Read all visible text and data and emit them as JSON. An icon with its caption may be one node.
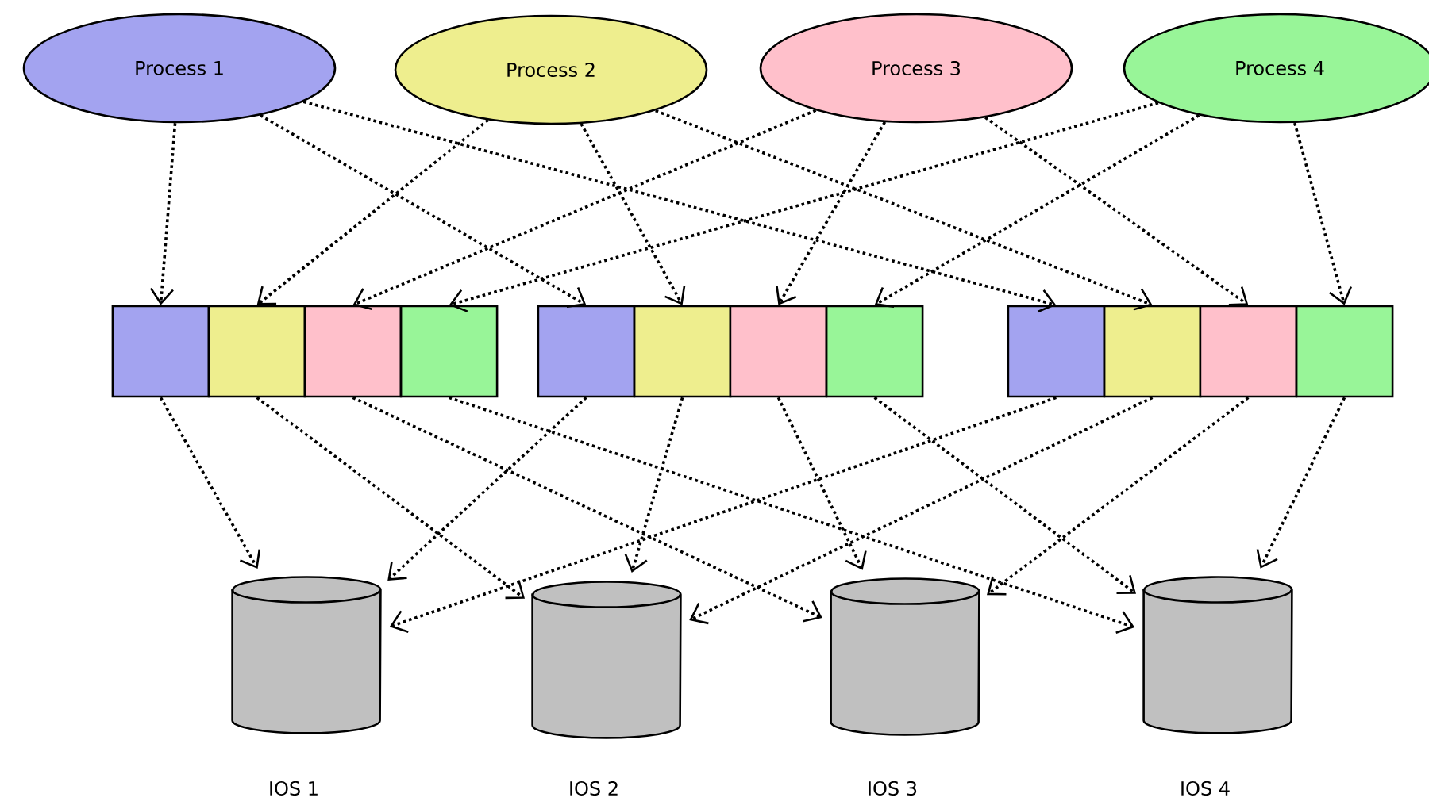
{
  "diagram": {
    "nodes": [
      {
        "text": [
          "Process 1"
        ]
      },
      {
        "text": [
          "Process 2"
        ]
      },
      {
        "text": [
          "Process 3"
        ]
      },
      {
        "text": [
          "Process 4"
        ]
      },
      {
        "text": [],
        "shape": "box"
      },
      {
        "text": [],
        "shape": "box"
      },
      {
        "text": [],
        "shape": "box"
      },
      {
        "text": [],
        "shape": "box"
      },
      {
        "text": [],
        "shape": "box"
      },
      {
        "text": [],
        "shape": "box"
      },
      {
        "text": [],
        "shape": "box"
      },
      {
        "text": [],
        "shape": "box"
      },
      {
        "text": [],
        "shape": "box"
      },
      {
        "text": [],
        "shape": "box"
      },
      {
        "text": [],
        "shape": "box"
      },
      {
        "text": [],
        "shape": "box"
      },
      {
        "text": [],
        "shape": "cylinder",
        "beside": [
          "IOS 1"
        ]
      },
      {
        "text": [],
        "shape": "cylinder",
        "beside": [
          "IOS 2"
        ]
      },
      {
        "text": [],
        "shape": "cylinder",
        "beside": [
          "IOS 3"
        ]
      },
      {
        "text": [],
        "shape": "cylinder",
        "beside": [
          "IOS 4"
        ]
      }
    ],
    "edges": [
      {
        "from": 0,
        "to": 4,
        "arrow": "to"
      },
      {
        "from": 0,
        "to": 8,
        "arrow": "to"
      },
      {
        "from": 0,
        "to": 12,
        "arrow": "to"
      },
      {
        "from": 1,
        "to": 5,
        "arrow": "to"
      },
      {
        "from": 1,
        "to": 9,
        "arrow": "to"
      },
      {
        "from": 1,
        "to": 13,
        "arrow": "to"
      },
      {
        "from": 2,
        "to": 6,
        "arrow": "to"
      },
      {
        "from": 2,
        "to": 10,
        "arrow": "to"
      },
      {
        "from": 2,
        "to": 14,
        "arrow": "to"
      },
      {
        "from": 3,
        "to": 7,
        "arrow": "to"
      },
      {
        "from": 3,
        "to": 11,
        "arrow": "to"
      },
      {
        "from": 3,
        "to": 15,
        "arrow": "to"
      },
      {
        "from": 4,
        "to": 16,
        "arrow": "to"
      },
      {
        "from": 8,
        "to": 16,
        "arrow": "to"
      },
      {
        "from": 12,
        "to": 16,
        "arrow": "to"
      },
      {
        "from": 5,
        "to": 17,
        "arrow": "to"
      },
      {
        "from": 9,
        "to": 17,
        "arrow": "to"
      },
      {
        "from": 13,
        "to": 17,
        "arrow": "to"
      },
      {
        "from": 6,
        "to": 18,
        "arrow": "to"
      },
      {
        "from": 10,
        "to": 18,
        "arrow": "to"
      },
      {
        "from": 14,
        "to": 18,
        "arrow": "to"
      },
      {
        "from": 7,
        "to": 19,
        "arrow": "to"
      },
      {
        "from": 11,
        "to": 19,
        "arrow": "to"
      },
      {
        "from": 15,
        "to": 19,
        "arrow": "to"
      }
    ]
  }
}
